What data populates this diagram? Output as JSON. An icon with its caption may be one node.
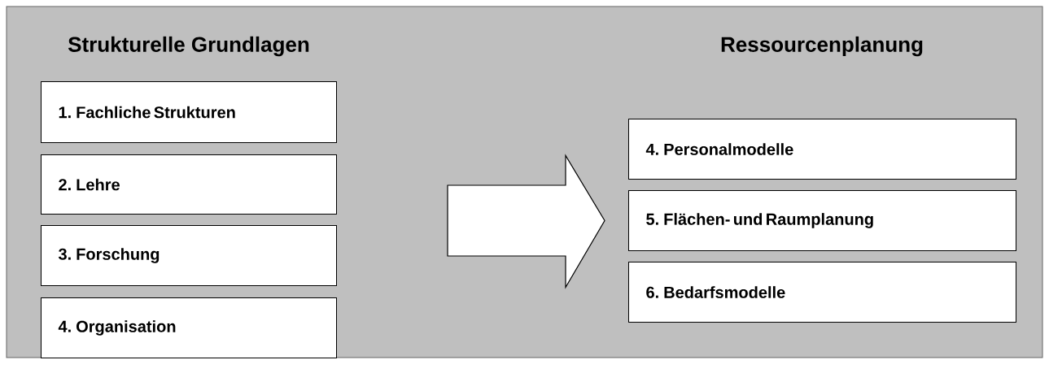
{
  "diagram": {
    "nodes": [
      {
        "text": [
          "1. Fachliche Strukturen"
        ]
      },
      {
        "text": [
          "2. Lehre"
        ]
      },
      {
        "text": [
          "3. Forschung"
        ]
      },
      {
        "text": [
          "4. Organisation"
        ]
      },
      {
        "text": [
          "4. Personalmodelle"
        ]
      },
      {
        "text": [
          "5. Flächen- und Raumplanung"
        ]
      },
      {
        "text": [
          "6. Bedarfsmodelle"
        ]
      }
    ],
    "edges": [
      {
        "from": null,
        "to": 5,
        "arrow": "to",
        "style": "thick"
      }
    ],
    "labels": [
      "Strukturelle Grundlagen",
      "Ressourcenplanung"
    ]
  }
}
